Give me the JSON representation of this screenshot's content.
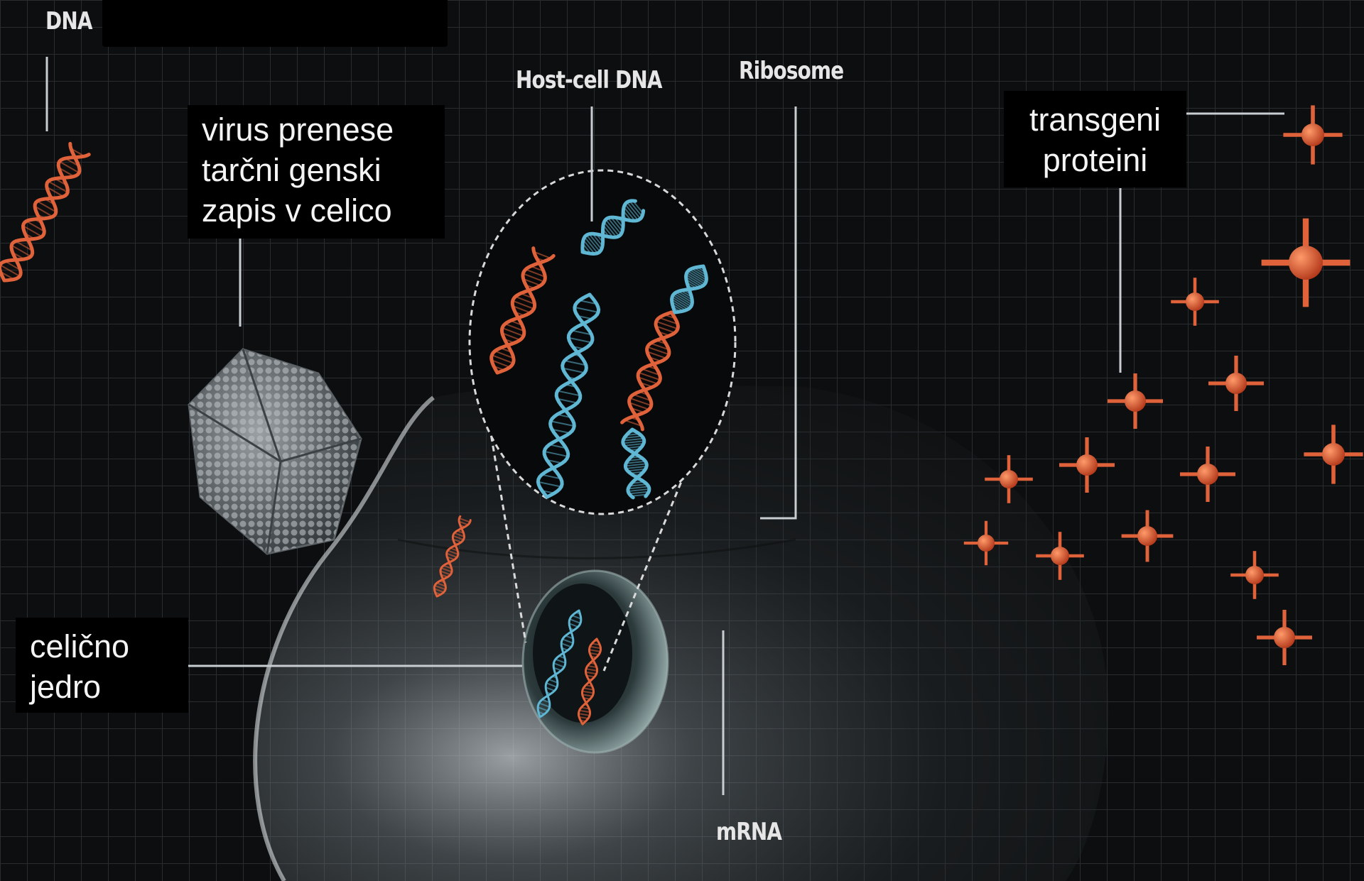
{
  "labels": {
    "dna": "DNA",
    "host_cell_dna": "Host-cell DNA",
    "ribosome": "Ribosome",
    "mrna": "mRNA"
  },
  "annotations": {
    "virus_transfer": [
      "virus prenese",
      "tarčni genski",
      "zapis v celico"
    ],
    "transgenic_proteins": [
      "transgeni",
      "proteini"
    ],
    "cell_nucleus": [
      "celično",
      "jedro"
    ]
  },
  "colors": {
    "background": "#0d0e0f",
    "grid": "#2a2d30",
    "dna_orange": "#e0623a",
    "dna_blue": "#5fb7d4",
    "leader_line": "#c8cdd2",
    "label_box": "#000000"
  }
}
